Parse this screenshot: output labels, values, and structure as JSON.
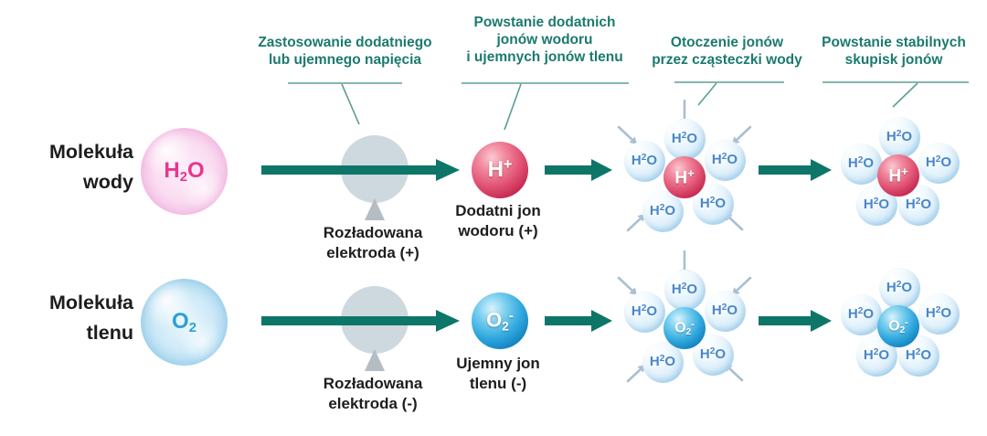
{
  "headers": [
    {
      "lines": [
        "Zastosowanie dodatniego",
        "lub ujemnego napięcia"
      ]
    },
    {
      "lines": [
        "Powstanie dodatnich",
        "jonów wodoru",
        "i ujemnych jonów tlenu"
      ]
    },
    {
      "lines": [
        "Otoczenie jonów",
        "przez cząsteczki wody"
      ]
    },
    {
      "lines": [
        "Powstanie stabilnych",
        "skupisk jonów"
      ]
    }
  ],
  "rows": [
    {
      "label_lines": [
        "Molekuła",
        "wody"
      ],
      "molecule": {
        "pre": "H",
        "sub": "2",
        "post": "O"
      },
      "electrode_label_lines": [
        "Rozładowana",
        "elektroda (+)"
      ],
      "ion": {
        "main": "H",
        "sub": "",
        "sup": "+"
      },
      "ion_label_lines": [
        "Dodatni jon",
        "wodoru (+)"
      ]
    },
    {
      "label_lines": [
        "Molekuła",
        "tlenu"
      ],
      "molecule": {
        "pre": "O",
        "sub": "2",
        "post": ""
      },
      "electrode_label_lines": [
        "Rozładowana",
        "elektroda (-)"
      ],
      "ion": {
        "main": "O",
        "sub": "2",
        "sup": "-"
      },
      "ion_label_lines": [
        "Ujemny jon",
        "tlenu (-)"
      ]
    }
  ],
  "bubble": {
    "pre": "H",
    "sup": "2",
    "post": "O"
  },
  "colors": {
    "header_text": "#1b7a6e",
    "tick": "#5d9d93",
    "arrow": "#0e7668",
    "label_text": "#1d1d1d",
    "electrode_circle": "#ced9df",
    "electrode_pointer": "#b6bdc2",
    "water_formula": "#e8368f",
    "oxygen_formula": "#2e9fd6",
    "bubble_text": "#4a86c8",
    "inward_arrow": "#a9bfd3"
  }
}
